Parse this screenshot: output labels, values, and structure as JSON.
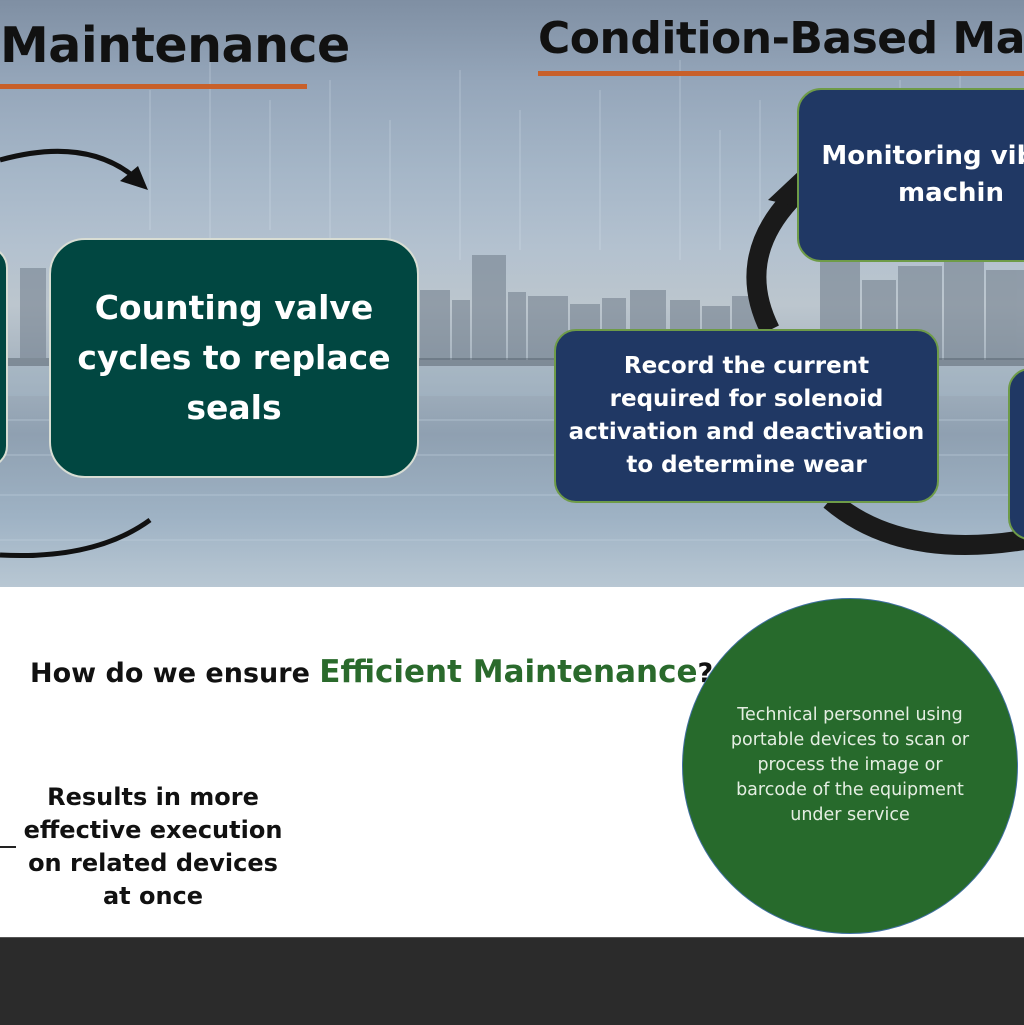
{
  "top_panel": {
    "left_heading": "Maintenance",
    "right_heading": "Condition-Based Main",
    "counting_box": "Counting valve cycles to replace seals",
    "record_box": "Record the current required for solenoid activation and deactivation to determine wear",
    "monitoring_box": "Monitoring vib on machin"
  },
  "bottom_panel": {
    "question_prefix": "How do we ensure ",
    "question_highlight": "Efficient Maintenance",
    "question_suffix": "?",
    "results_text": "Results in more effective execution on related devices at once",
    "circle_text": "Technical personnel using portable devices to scan or process the image or barcode of the equipment under service"
  },
  "colors": {
    "underline": "#c8602a",
    "green_box": "#014741",
    "blue_box": "#203864",
    "circle": "#276a2c",
    "highlight": "#2a6a2c"
  }
}
